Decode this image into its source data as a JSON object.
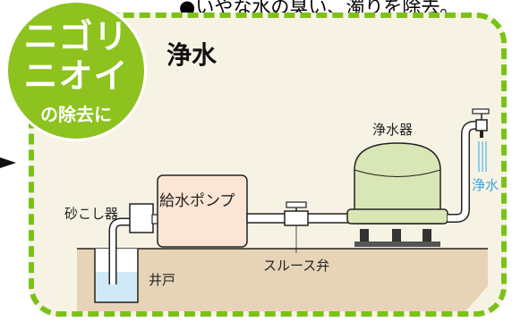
{
  "top_caption": "●いやな水の臭い、濁りを除去。",
  "badge": {
    "line1": "ニゴリ",
    "line2": "ニオイ",
    "line3": "の除去に"
  },
  "title": "浄水",
  "labels": {
    "purifier": "浄水器",
    "clean_water": "浄水",
    "strainer": "砂こし器",
    "pump": "給水ポンプ",
    "valve": "スルース弁",
    "well": "井戸"
  },
  "colors": {
    "badge": "#8dc21f",
    "border": "#7cc118",
    "panel": "#f7f3e4",
    "ground": "#e7d4b7",
    "water": "#cfe9f7",
    "pump": "#fbe6d6",
    "purifier": "#d9e6b5"
  }
}
